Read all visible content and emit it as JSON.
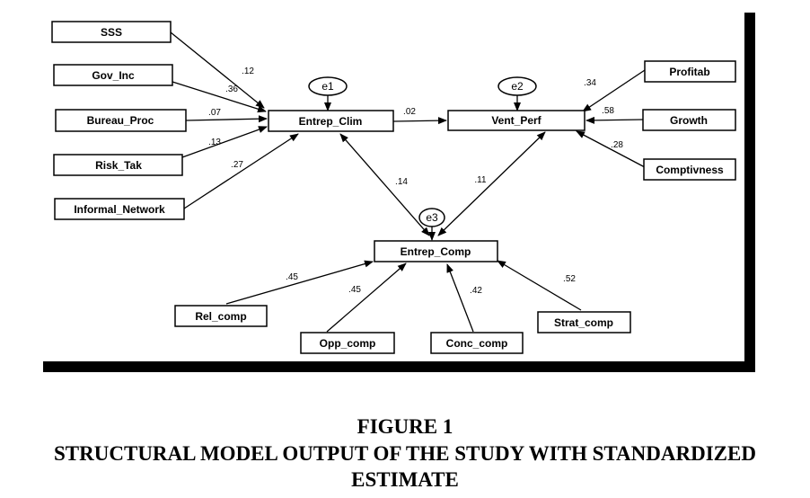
{
  "figure": {
    "label": "FIGURE 1",
    "title": "STRUCTURAL MODEL OUTPUT OF THE STUDY WITH STANDARDIZED ESTIMATE"
  },
  "nodes": {
    "sss": "SSS",
    "gov_inc": "Gov_Inc",
    "bureau_proc": "Bureau_Proc",
    "risk_tak": "Risk_Tak",
    "informal_network": "Informal_Network",
    "entrep_clim": "Entrep_Clim",
    "vent_perf": "Vent_Perf",
    "profitab": "Profitab",
    "growth": "Growth",
    "comptivness": "Comptivness",
    "entrep_comp": "Entrep_Comp",
    "rel_comp": "Rel_comp",
    "opp_comp": "Opp_comp",
    "conc_comp": "Conc_comp",
    "strat_comp": "Strat_comp"
  },
  "errors": {
    "e1": "e1",
    "e2": "e2",
    "e3": "e3"
  },
  "coefficients": {
    "sss_to_clim": ".12",
    "gov_to_clim": ".36",
    "bureau_to_clim": ".07",
    "risk_to_clim": ".13",
    "informal_to_clim": ".27",
    "clim_to_perf": ".02",
    "profitab_to_perf": ".34",
    "growth_to_perf": ".58",
    "comptiv_to_perf": ".28",
    "comp_clim": ".14",
    "comp_perf": ".11",
    "rel_to_comp": ".45",
    "opp_to_comp": ".45",
    "conc_to_comp": ".42",
    "strat_to_comp": ".52"
  }
}
